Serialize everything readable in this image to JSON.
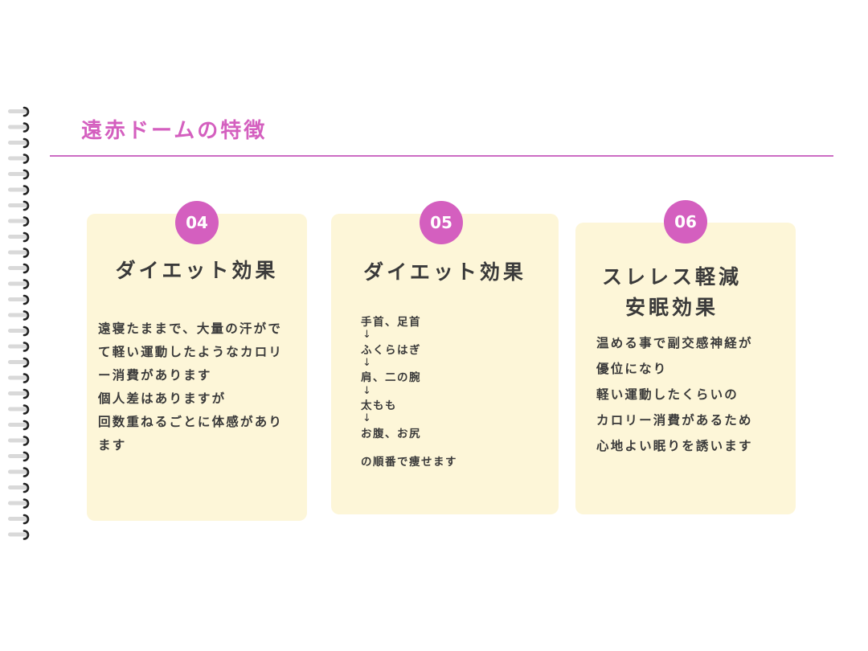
{
  "page": {
    "title": "遠赤ドームの特徴",
    "accent_color": "#d45fbf",
    "card_color": "#fdf6d8"
  },
  "cards": [
    {
      "number": "04",
      "heading": "ダイエット効果",
      "lines": [
        "遠寝たままで、大量の汗がで",
        "て軽い運動したようなカロリ",
        "ー消費があります",
        "個人差はありますが",
        "回数重ねるごとに体感があり",
        "ます"
      ]
    },
    {
      "number": "05",
      "heading": "ダイエット効果",
      "flow": [
        "手首、足首",
        "ふくらはぎ",
        "肩、二の腕",
        "太もも",
        "お腹、お尻"
      ],
      "arrow": "↓",
      "closing": "の順番で痩せます"
    },
    {
      "number": "06",
      "heading_lines": [
        "スレレス軽減",
        "安眠効果"
      ],
      "lines": [
        "温める事で副交感神経が",
        "優位になり",
        "軽い運動したくらいの",
        "カロリー消費があるため",
        "心地よい眠りを誘います"
      ]
    }
  ]
}
